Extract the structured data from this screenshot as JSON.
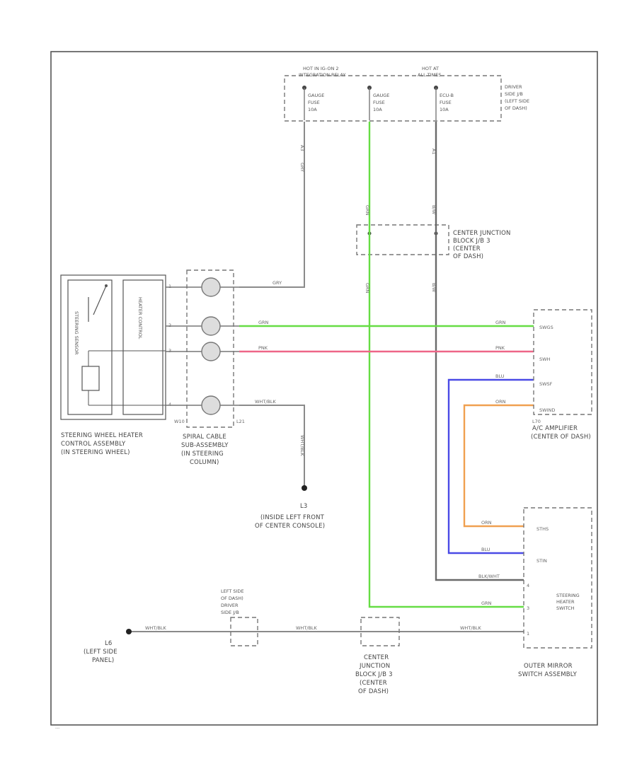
{
  "colors": {
    "green": "#66dd44",
    "pink": "#ee6688",
    "blue": "#4a4ae6",
    "orange": "#f0a050",
    "gray": "#8a8a8a",
    "dark": "#6a6a6a"
  },
  "fuses": {
    "header_left": "HOT IN IG-ON 2",
    "header_left2": "INTEGRATION RELAY",
    "header_right": "HOT AT",
    "header_right2": "ALL TIMES",
    "fuse1": [
      "GAUGE",
      "FUSE",
      "10A"
    ],
    "fuse2": [
      "GAUGE",
      "FUSE",
      "10A"
    ],
    "fuse3": [
      "ECU-B",
      "FUSE",
      "10A"
    ],
    "jb_label": [
      "DRIVER",
      "SIDE J/B",
      "(LEFT SIDE",
      "OF DASH)"
    ]
  },
  "center_jb": [
    "CENTER JUNCTION",
    "BLOCK J/B 3",
    "(CENTER",
    "OF DASH)"
  ],
  "heater_ctrl": {
    "label": [
      "STEERING WHEEL HEATER",
      "CONTROL ASSEMBLY",
      "(IN STEERING WHEEL)"
    ],
    "inner_left": "STEERING SENSOR",
    "inner_right": "HEATER CONTROL"
  },
  "spiral": {
    "label": [
      "SPIRAL CABLE",
      "SUB-ASSEMBLY",
      "(IN STEERING",
      "COLUMN)"
    ],
    "left_conn": "W10",
    "right_conn": "L21"
  },
  "wires": {
    "gry": "GRY",
    "grn": "GRN",
    "pnk": "PNK",
    "wht_blk": "WHT/BLK",
    "blu": "BLU",
    "orn": "ORN",
    "blk_wht": "BLK/WHT"
  },
  "ground1": [
    "L3",
    "(INSIDE LEFT FRONT",
    "OF CENTER CONSOLE)"
  ],
  "ac_amp": {
    "label": [
      "A/C AMPLIFIER",
      "(CENTER OF DASH)"
    ],
    "conn": "L70",
    "pins": [
      "SWGS",
      "SWH",
      "SWSF",
      "SWIND"
    ]
  },
  "mirror": {
    "label": [
      "OUTER MIRROR",
      "SWITCH ASSEMBLY"
    ],
    "pins": [
      "STHS",
      "STIN"
    ],
    "switch_label": [
      "STEERING",
      "HEATER",
      "SWITCH"
    ]
  },
  "driver_jb2": [
    "LEFT SIDE",
    "OF DASH)",
    "DRIVER",
    "SIDE J/B"
  ],
  "center_jb2": [
    "CENTER",
    "JUNCTION",
    "BLOCK J/B 3",
    "(CENTER",
    "OF DASH)"
  ],
  "ground2": [
    "L6",
    "(LEFT SIDE",
    "PANEL)"
  ],
  "footer": "..."
}
